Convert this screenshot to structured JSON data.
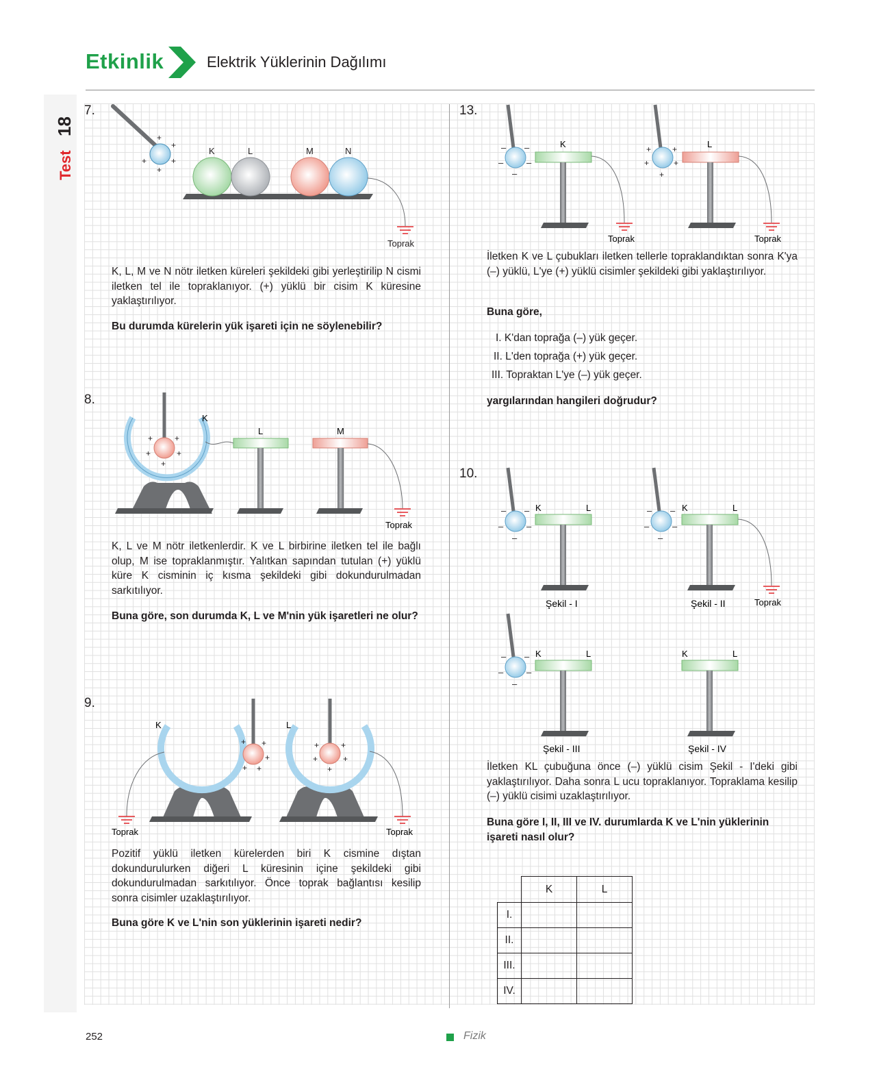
{
  "header": {
    "title": "Etkinlik",
    "subtitle": "Elektrik Yüklerinin Dağılımı"
  },
  "side_tab": {
    "label": "Test",
    "number": "18"
  },
  "labels": {
    "K": "K",
    "L": "L",
    "M": "M",
    "N": "N",
    "toprak": "Toprak",
    "plus": "+",
    "minus": "–"
  },
  "q7": {
    "number": "7.",
    "text": "K, L, M ve N nötr iletken küreleri şekildeki gibi yerleştirilip N cismi iletken tel ile topraklanıyor. (+) yüklü bir cisim K küresine yaklaştırılıyor.",
    "question": "Bu durumda kürelerin yük işareti için ne söylenebilir?"
  },
  "q8": {
    "number": "8.",
    "text": "K, L ve M nötr iletkenlerdir. K ve L birbirine iletken tel ile bağlı olup, M ise topraklanmıştır. Yalıtkan sapından tutulan (+) yüklü küre K cisminin iç kısma şekildeki gibi dokundurulmadan sarkıtılıyor.",
    "question": "Buna göre, son durumda K, L ve M'nin yük işaretleri ne olur?"
  },
  "q9": {
    "number": "9.",
    "text": "Pozitif yüklü iletken kürelerden biri K cismine dıştan dokundurulurken diğeri L küresinin içine şekildeki gibi dokundurulmadan sarkıtılıyor. Önce toprak bağlantısı kesilip sonra cisimler uzaklaştırılıyor.",
    "question": "Buna göre K ve L'nin son yüklerinin işareti nedir?"
  },
  "q13": {
    "number": "13.",
    "text": "İletken K ve L çubukları iletken tellerle topraklandıktan sonra K'ya (–) yüklü, L'ye (+) yüklü cisimler şekildeki gibi yaklaştırılıyor.",
    "lead": "Buna göre,",
    "items": [
      "I. K'dan toprağa (–) yük geçer.",
      "II. L'den toprağa (+) yük geçer.",
      "III. Topraktan L'ye (–) yük geçer."
    ],
    "question": "yargılarından hangileri doğrudur?"
  },
  "q10": {
    "number": "10.",
    "figures": [
      "Şekil - I",
      "Şekil - II",
      "Şekil - III",
      "Şekil - IV"
    ],
    "text": "İletken KL çubuğuna önce (–) yüklü cisim Şekil - I'deki gibi yaklaştırılıyor. Daha sonra L ucu topraklanıyor. Topraklama kesilip (–) yüklü cisimi uzaklaştırılıyor.",
    "question": "Buna göre I, II, III ve IV. durumlarda K ve L'nin yüklerinin işareti nasıl olur?",
    "table": {
      "headers": [
        "K",
        "L"
      ],
      "rows": [
        "I.",
        "II.",
        "III.",
        "IV."
      ]
    }
  },
  "footer": {
    "page": "252",
    "subject": "Fizik"
  },
  "colors": {
    "accent": "#1fa14a",
    "side_red": "#e0262b",
    "sphere_blue": "#a9d5ee",
    "sphere_green": "#b6e3b7",
    "sphere_red": "#f3aaa0",
    "sphere_gray": "#c8cbcf",
    "rod_green": "#b9e2b8",
    "rod_red": "#f0a9a0"
  }
}
